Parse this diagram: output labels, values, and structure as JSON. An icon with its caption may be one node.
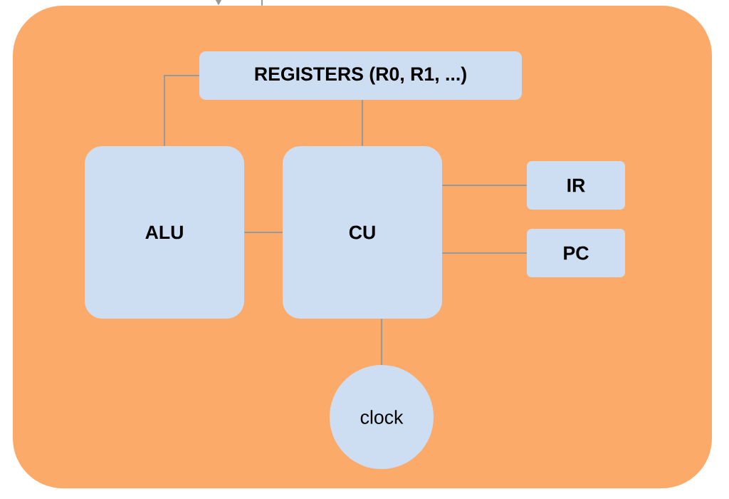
{
  "diagram": {
    "nodes": [
      {
        "text": [],
        "shape": "box"
      },
      {
        "text": [
          "REGISTERS (R0, R1, ...)"
        ],
        "in": 0
      },
      {
        "text": [
          "ALU"
        ],
        "in": 0
      },
      {
        "text": [
          "CU"
        ],
        "in": 0
      },
      {
        "text": [
          "IR"
        ],
        "in": 0
      },
      {
        "text": [
          "PC"
        ],
        "in": 0
      },
      {
        "text": [
          "clock"
        ],
        "in": 0
      }
    ],
    "edges": [
      {
        "from": null,
        "to": 0,
        "arrow": "to"
      },
      {
        "from": 0,
        "to": null,
        "arrow": "none"
      },
      {
        "from": 1,
        "to": 2,
        "arrow": "none"
      },
      {
        "from": 1,
        "to": 3,
        "arrow": "none"
      },
      {
        "from": 2,
        "to": 3,
        "arrow": "none"
      },
      {
        "from": 3,
        "to": 4,
        "arrow": "none"
      },
      {
        "from": 3,
        "to": 5,
        "arrow": "none"
      },
      {
        "from": 3,
        "to": 6,
        "arrow": "none"
      }
    ]
  }
}
